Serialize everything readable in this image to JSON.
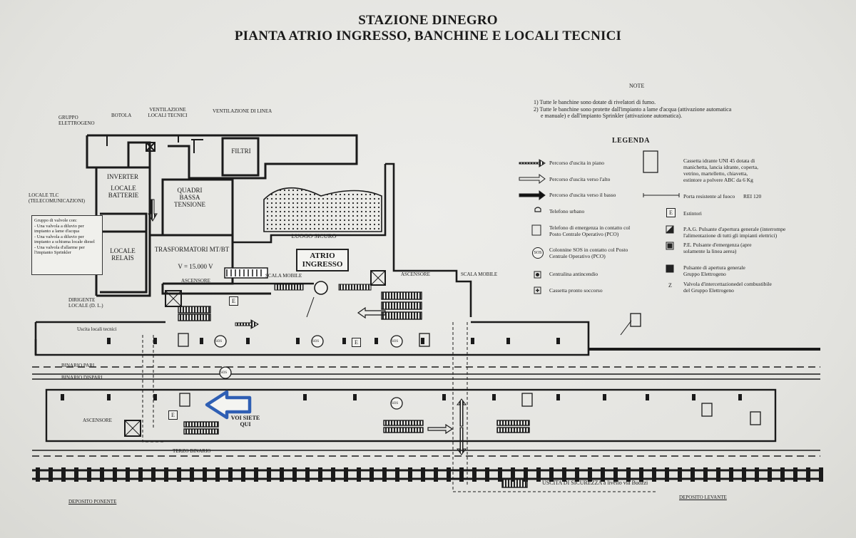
{
  "title": {
    "line1": "STAZIONE DINEGRO",
    "line2": "PIANTA ATRIO INGRESSO, BANCHINE E LOCALI TECNICI"
  },
  "notes": {
    "heading": "NOTE",
    "n1": "1) Tutte le banchine sono dotate di rivelatori di fumo.",
    "n2a": "2) Tutte le banchine sono protette dall'impianto a lame d'acqua (attivazione automatica",
    "n2b": "e manuale) e dall'impianto Sprinkler (attivazione automatica)."
  },
  "legend": {
    "title": "LEGENDA",
    "exit_level": "Percorso d'uscita in piano",
    "exit_up": "Percorso d'uscita verso l'alto",
    "exit_down": "Percorso d'uscita verso il basso",
    "phone": "Telefono urbano",
    "emerg_phone_a": "Telefono di emergenza in contatto col",
    "emerg_phone_b": "Posto Centrale Operativo (PCO)",
    "sos_a": "Colonnine SOS in contatto col Posto",
    "sos_b": "Centrale Operativo (PCO)",
    "fire_panel": "Centralina antincendio",
    "first_aid": "Cassetta pronto soccorso",
    "hydrant_a": "Cassetta idrante UNI 45 dotata di",
    "hydrant_b": "manichetta, lancia idrante, coperta,",
    "hydrant_c": "vetrino, martelletto, chiavetta,",
    "hydrant_d": "estintore a polvere ABC da 6 Kg",
    "fire_door": "Porta resistente al fuoco",
    "fire_door_rating": "REI 120",
    "extinguisher": "Estintori",
    "pag_a": "P.A.G. Pulsante d'apertura generale (interrompe",
    "pag_b": "l'alimentazione di tutti gli impianti elettrici)",
    "pe_a": "P.E. Pulsante d'emergenza (apre",
    "pe_b": "solamente la linea aerea)",
    "gen_btn_a": "Pulsante di apertura generale",
    "gen_btn_b": "Gruppo Elettrogeno",
    "valve_a": "Valvola d'intercettazionedel combustibile",
    "valve_b": "del Gruppo Elettrogeno",
    "icon_e": "E",
    "icon_sos": "SOS",
    "icon_z": "Z"
  },
  "rooms": {
    "gruppo": "GRUPPO ELETTROGENO",
    "botola": "BOTOLA",
    "vent_locali": "VENTILAZIONE LOCALI TECNICI",
    "vent_linea": "VENTILAZIONE DI LINEA",
    "filtri": "FILTRI",
    "inverter": "INVERTER",
    "locale_batterie": "LOCALE BATTERIE",
    "quadri": "QUADRI BASSA TENSIONE",
    "locale_tlc": "LOCALE TLC (TELECOMUNICAZIONI)",
    "locale_relais": "LOCALE RELAIS",
    "trasformatori": "TRASFORMATORI MT/BT",
    "voltage": "V = 15.000 V",
    "luogo_sicuro": "LUOGO SICURO",
    "atrio": "ATRIO INGRESSO",
    "scala_mobile_1": "SCALA MOBILE",
    "scala_mobile_2": "SCALA MOBILE",
    "ascensore_1": "ASCENSORE",
    "ascensore_2": "ASCENSORE",
    "ascensore_3": "ASCENSORE",
    "dirigente": "DIRIGENTE LOCALE (D. L.)",
    "uscita_locali": "Uscita locali tecnici"
  },
  "valves": {
    "head": "Gruppo di valvole con:",
    "v1": "- Una valvola a diluvio per impianto a lame d'acqua",
    "v2": "- Una valvola a diluvio per impianto a schiuma locale diesel",
    "v3": "- Una valvola d'allarme per l'impianto Sprinkler"
  },
  "tracks": {
    "binario_pari": "BINARIO PARI",
    "binario_dispari": "BINARIO DISPARI",
    "terzo_binario": "TERZO BINARIO",
    "deposito_ponente": "DEPOSITO PONENTE",
    "deposito_levante": "DEPOSITO LEVANTE",
    "uscita_sicurezza": "USCITA DI SICUREZZA a livello via Buozzi"
  },
  "marker": {
    "you_are_here": "VOI SIETE QUI",
    "sos": "SOS",
    "e": "E"
  },
  "colors": {
    "you_are_here_arrow": "#2f5fb4",
    "ink": "#1a1a1a",
    "paper": "#e6e6e3"
  }
}
